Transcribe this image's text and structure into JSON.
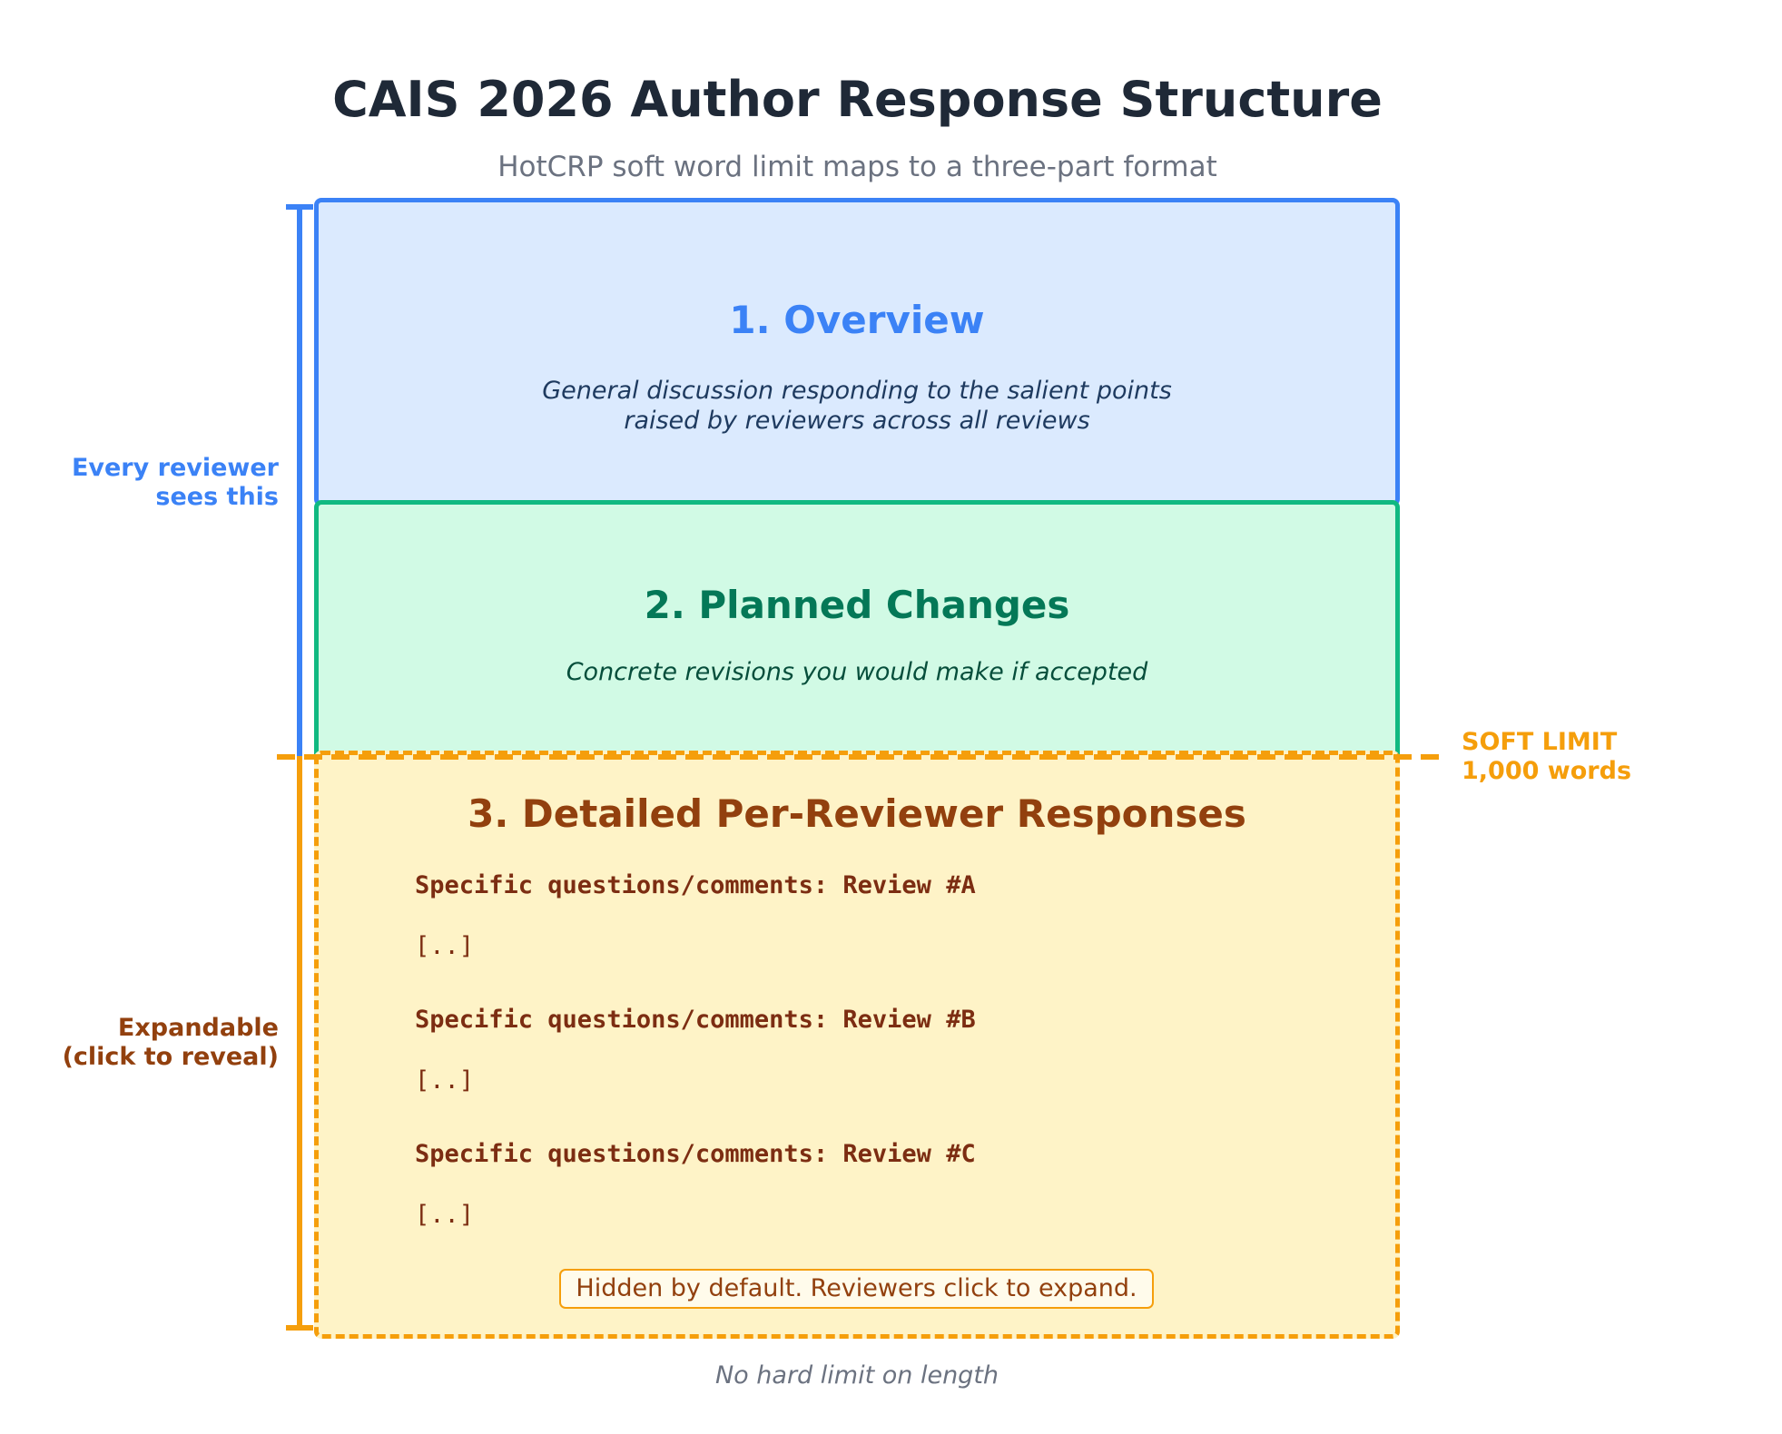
{
  "title": "CAIS 2026 Author Response Structure",
  "subtitle": "HotCRP soft word limit maps to a three-part format",
  "sections": {
    "overview": {
      "title": "1. Overview",
      "desc_line1": "General discussion responding to the salient points",
      "desc_line2": "raised by reviewers across all reviews"
    },
    "planned": {
      "title": "2. Planned Changes",
      "desc": "Concrete revisions you would make if accepted"
    },
    "detailed": {
      "title": "3. Detailed Per-Reviewer Responses",
      "reviews": [
        {
          "label": "Specific questions/comments: Review #A",
          "placeholder": "[..]"
        },
        {
          "label": "Specific questions/comments: Review #B",
          "placeholder": "[..]"
        },
        {
          "label": "Specific questions/comments: Review #C",
          "placeholder": "[..]"
        }
      ],
      "note": "Hidden by default. Reviewers click to expand."
    }
  },
  "side_labels": {
    "every_line1": "Every reviewer",
    "every_line2": "sees this",
    "expand_line1": "Expandable",
    "expand_line2": "(click to reveal)"
  },
  "soft_limit": {
    "line1": "SOFT LIMIT",
    "line2": "1,000 words"
  },
  "footer": "No hard limit on length",
  "colors": {
    "blue": "#3b82f6",
    "green": "#10b981",
    "orange": "#f59e0b"
  }
}
